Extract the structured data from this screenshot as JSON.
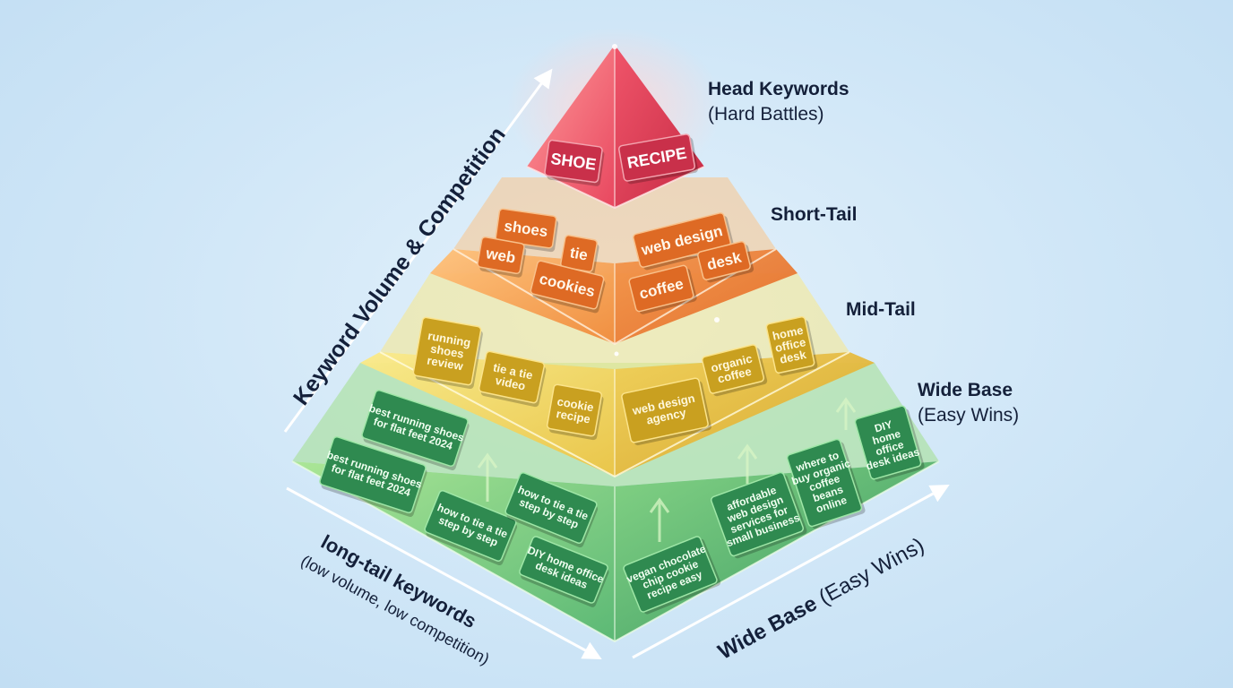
{
  "labels": {
    "head_title": "Head Keywords",
    "head_sub": "(Hard Battles)",
    "short_tail": "Short-Tail",
    "mid_tail": "Mid-Tail",
    "wide_title": "Wide Base",
    "wide_sub": "(Easy Wins)",
    "vertical_axis": "Keyword Volume & Competition",
    "longtail_title": "long-tail keywords",
    "longtail_sub1": "(low volume, low competition)",
    "longtail_sub2": "competition)",
    "bottom_axis_title": "Wide Base",
    "bottom_axis_sub": "(Easy Wins)"
  },
  "tiers": [
    {
      "name": "head",
      "color_light": "#ff8080",
      "color_dark": "#d6364f"
    },
    {
      "name": "short-tail",
      "color_light": "#f7ad55",
      "color_dark": "#e06f2a"
    },
    {
      "name": "mid-tail",
      "color_light": "#f2e06a",
      "color_dark": "#d8a92c"
    },
    {
      "name": "long-tail",
      "color_light": "#8ddc7e",
      "color_dark": "#3a9e5c"
    }
  ],
  "keywords": {
    "head": [
      "SHOE",
      "RECIPE"
    ],
    "short": [
      "shoes",
      "tie",
      "web",
      "cookies",
      "web design",
      "desk",
      "coffee"
    ],
    "mid": [
      "running\nshoes\nreview",
      "tie a tie\nvideo",
      "cookie\nrecipe",
      "web design\nagency",
      "organic\ncoffee",
      "home\noffice\ndesk"
    ],
    "long": [
      "best running shoes\nfor flat feet 2024",
      "best running shoes\nfor flat feet 2024",
      "how to tie a tie\nstep by step",
      "how to tie a tie\nstep by step",
      "DIY home office\ndesk ideas",
      "vegan chocolate\nchip cookie\nrecipe easy",
      "affordable\nweb design\nservices for\nsmall business",
      "where to\nbuy organic\ncoffee\nbeans\nonline",
      "DIY\nhome\noffice\ndesk ideas"
    ]
  }
}
